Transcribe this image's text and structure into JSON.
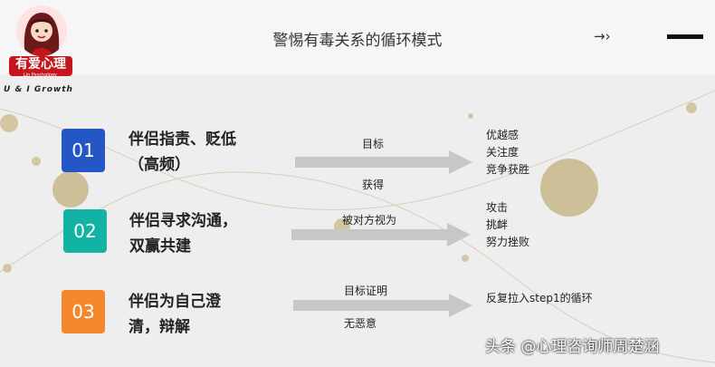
{
  "header": {
    "logo_text": "有爱心理",
    "logo_sub": "Lin Psychology",
    "logo_caption": "U & I Growth",
    "title": "警惕有毒关系的循环模式",
    "arrow_symbol": "→›"
  },
  "steps": [
    {
      "number": "01",
      "color": "#2457c5",
      "title_line1": "伴侣指责、贬低",
      "title_line2": "（高频）",
      "top_label": "目标",
      "bottom_label": "获得",
      "results": [
        "优越感",
        "关注度",
        "竞争获胜"
      ]
    },
    {
      "number": "02",
      "color": "#12b3a5",
      "title_line1": "伴侣寻求沟通，",
      "title_line2": "双赢共建",
      "top_label": "被对方视为",
      "bottom_label": "",
      "results": [
        "攻击",
        "挑衅",
        "努力挫败"
      ]
    },
    {
      "number": "03",
      "color": "#f5882d",
      "title_line1": "伴侣为自己澄",
      "title_line2": "清，辩解",
      "top_label": "目标证明",
      "bottom_label": "无恶意",
      "results": [
        "反复拉入step1的循环"
      ]
    }
  ],
  "watermark": "头条 @心理咨询师周楚涵"
}
